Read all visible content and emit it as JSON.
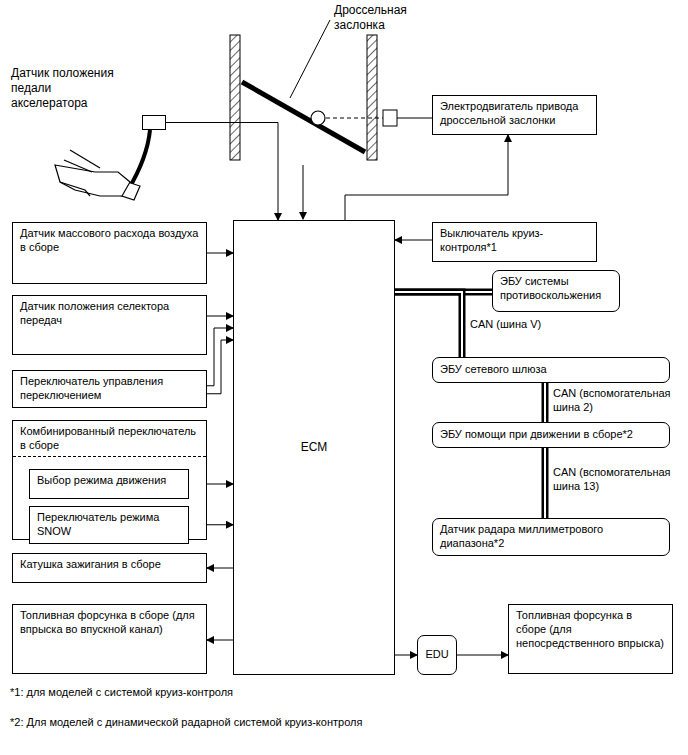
{
  "diagram": {
    "nodes": [
      {
        "text": [
          "Датчик положения педали акселератора"
        ]
      },
      {
        "text": [
          "Электродвигатель привода дроссельной заслонки"
        ]
      },
      {
        "text": [
          "Выключатель круиз-контроля*1"
        ]
      },
      {
        "text": [
          "Датчик массового расхода воздуха в сборе"
        ]
      },
      {
        "text": [
          "ECM"
        ]
      },
      {
        "text": [
          "ЭБУ системы противоскольжения"
        ]
      },
      {
        "text": [
          "Датчик положения селектора передач"
        ]
      },
      {
        "text": [
          "ЭБУ сетевого шлюза"
        ]
      },
      {
        "text": [
          "Переключатель управления переключением"
        ]
      },
      {
        "text": [
          "Комбинированный переключатель в сборе"
        ]
      },
      {
        "text": [
          "Выбор режима движения"
        ],
        "in": 9
      },
      {
        "text": [
          "Переключатель режима SNOW"
        ],
        "in": 9
      },
      {
        "text": [
          "ЭБУ помощи при движении в сборе*2"
        ]
      },
      {
        "text": [
          "Датчик радара миллиметрового диапазона*2"
        ]
      },
      {
        "text": [
          "Катушка зажигания в сборе"
        ]
      },
      {
        "text": [
          "Топливная форсунка в сборе (для впрыска во впускной канал)"
        ]
      },
      {
        "text": [
          "EDU"
        ]
      },
      {
        "text": [
          "Топливная форсунка в сборе (для непосредственного впрыска)"
        ]
      }
    ],
    "edges": [
      {
        "from": 0,
        "to": 4,
        "arrow": "to"
      },
      {
        "from": 4,
        "to": 1,
        "arrow": "to"
      },
      {
        "from": 2,
        "to": 4,
        "arrow": "to"
      },
      {
        "from": 3,
        "to": 4,
        "arrow": "to"
      },
      {
        "from": 6,
        "to": 4,
        "arrow": "to"
      },
      {
        "from": 8,
        "to": 4,
        "arrow": "to"
      },
      {
        "from": 8,
        "to": 4,
        "arrow": "to"
      },
      {
        "from": 10,
        "to": 4,
        "arrow": "to"
      },
      {
        "from": 11,
        "to": 4,
        "arrow": "to"
      },
      {
        "from": 4,
        "to": 14,
        "arrow": "to"
      },
      {
        "from": 4,
        "to": 15,
        "arrow": "to"
      },
      {
        "from": 4,
        "to": 16,
        "arrow": "to"
      },
      {
        "from": 16,
        "to": 17,
        "arrow": "to"
      },
      {
        "from": 4,
        "to": 5,
        "arrow": "none"
      },
      {
        "from": 4,
        "to": 7,
        "arrow": "none",
        "label": "CAN (шина V)"
      },
      {
        "from": 7,
        "to": 12,
        "arrow": "none",
        "label": "CAN (вспомогательная шина 2)"
      },
      {
        "from": 12,
        "to": 13,
        "arrow": "none",
        "label": "CAN (вспомогательная шина 13)"
      }
    ],
    "labels": [
      "Дроссельная заслонка",
      "*1: для моделей с системой круиз-контроля",
      "*2: Для моделей с динамической радарной системой круиз-контроля"
    ]
  }
}
